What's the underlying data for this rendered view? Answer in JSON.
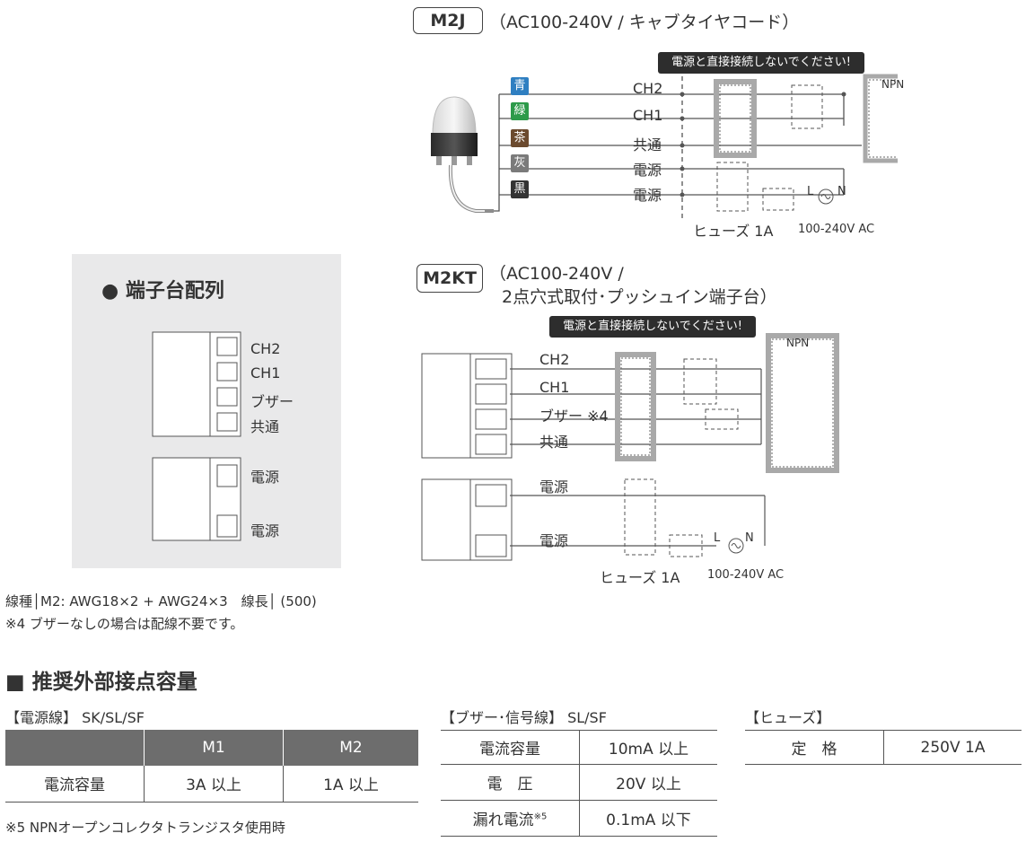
{
  "m2j": {
    "badge": "M2J",
    "spec": "（AC100‑240V / キャブタイヤコード）",
    "warning": "電源と直接接続しないでください!",
    "npn": "NPN",
    "wires": [
      {
        "color_label": "青",
        "color": "#2f7fc1",
        "signal": "CH2"
      },
      {
        "color_label": "緑",
        "color": "#2d9a4a",
        "signal": "CH1"
      },
      {
        "color_label": "茶",
        "color": "#6b4a2e",
        "signal": "共通"
      },
      {
        "color_label": "灰",
        "color": "#7b7b7b",
        "signal": "電源"
      },
      {
        "color_label": "黒",
        "color": "#333333",
        "signal": "電源"
      }
    ],
    "fuse_label": "ヒューズ 1A",
    "ac_label": "100-240V AC",
    "L": "L",
    "N": "N"
  },
  "terminal": {
    "title": "● 端子台配列",
    "upper_labels": [
      "CH2",
      "CH1",
      "ブザー",
      "共通"
    ],
    "lower_labels": [
      "電源",
      "電源"
    ]
  },
  "m2kt": {
    "badge": "M2KT",
    "spec_line1": "（AC100‑240V /",
    "spec_line2": "2点穴式取付･プッシュイン端子台）",
    "warning": "電源と直接接続しないでください!",
    "npn": "NPN",
    "labels": [
      "CH2",
      "CH1",
      "ブザー ※4",
      "共通"
    ],
    "power_labels": [
      "電源",
      "電源"
    ],
    "fuse_label": "ヒューズ 1A",
    "ac_label": "100-240V AC",
    "L": "L",
    "N": "N"
  },
  "notes": {
    "wire_spec": "線種│M2: AWG18×2 + AWG24×3　線長│ (500)",
    "note4": "※4 ブザーなしの場合は配線不要です。",
    "note5": "※5 NPNオープンコレクタトランジスタ使用時"
  },
  "section_title": "■ 推奨外部接点容量",
  "table_power": {
    "heading": "【電源線】 SK/SL/SF",
    "header": [
      "",
      "M1",
      "M2"
    ],
    "rows": [
      [
        "電流容量",
        "3A 以上",
        "1A 以上"
      ]
    ]
  },
  "table_signal": {
    "heading": "【ブザー･信号線】 SL/SF",
    "rows": [
      [
        "電流容量",
        "10mA 以上"
      ],
      [
        "電　圧",
        "20V 以上"
      ],
      [
        "漏れ電流",
        "0.1mA 以下"
      ]
    ],
    "sup": "※5"
  },
  "table_fuse": {
    "heading": "【ヒューズ】",
    "rows": [
      [
        "定　格",
        "250V 1A"
      ]
    ]
  },
  "colors": {
    "table_header_bg": "#6d6d6d",
    "line": "#444444",
    "gray_box": "#a9a9a9"
  }
}
